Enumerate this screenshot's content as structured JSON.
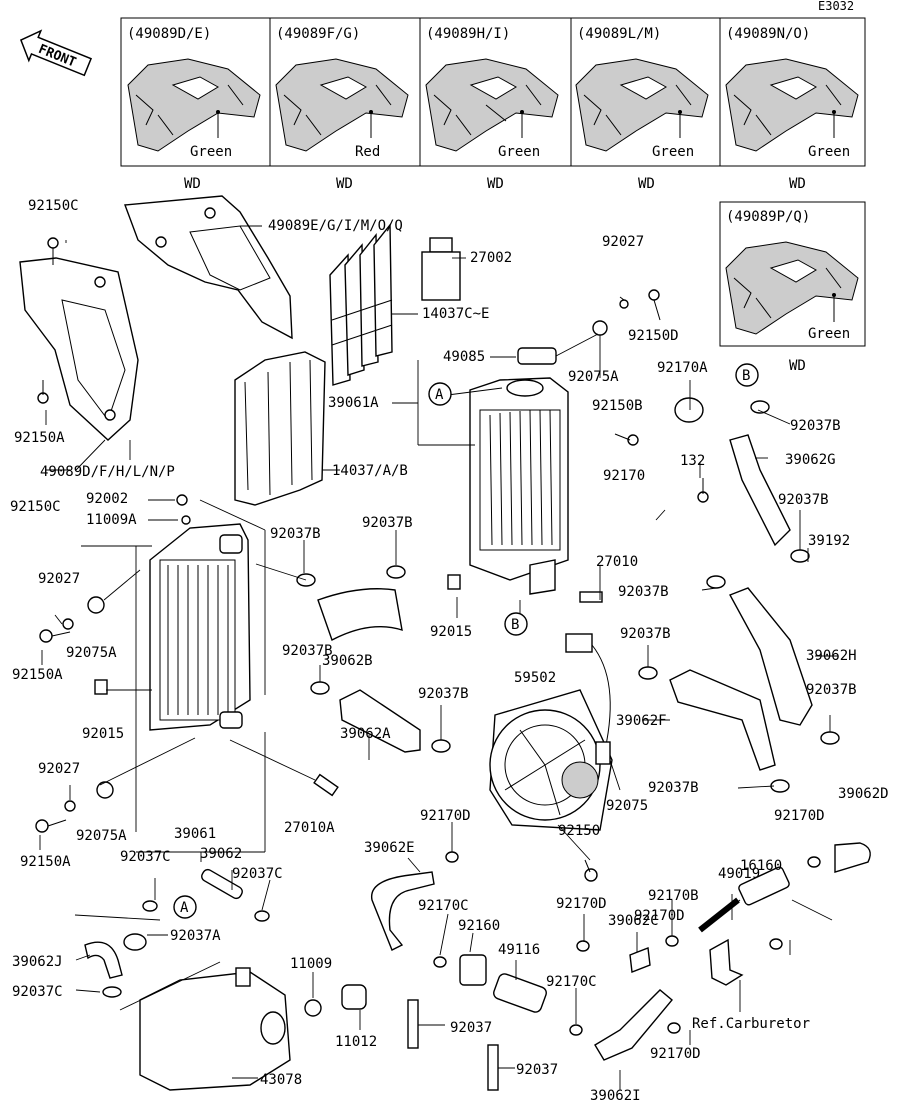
{
  "diagram_code": "E3032",
  "front_label": "FRONT",
  "decal_boxes": [
    {
      "code": "(49089D/E)",
      "color": "Green",
      "note": "WD"
    },
    {
      "code": "(49089F/G)",
      "color": "Red",
      "note": "WD"
    },
    {
      "code": "(49089H/I)",
      "color": "Green",
      "note": "WD"
    },
    {
      "code": "(49089L/M)",
      "color": "Green",
      "note": "WD"
    },
    {
      "code": "(49089N/O)",
      "color": "Green",
      "note": "WD"
    },
    {
      "code": "(49089P/Q)",
      "color": "Green",
      "note": "WD"
    }
  ],
  "labels": {
    "l01": "92150C",
    "l02": "49089E/G/I/M/O/Q",
    "l03": "27002",
    "l04": "92027",
    "l05": "92150D",
    "l06": "14037C~E",
    "l07": "49085",
    "l08": "92075A",
    "l09": "92170A",
    "l10": "92037B",
    "l11": "39061A",
    "l12": "92150B",
    "l13": "39062G",
    "l14": "132",
    "l15": "92170",
    "l16": "92150A",
    "l17": "92150C",
    "l18": "49089D/F/H/L/N/P",
    "l19": "14037/A/B",
    "l20": "92002",
    "l21": "11009A",
    "l22": "92037B",
    "l23": "92037B",
    "l24": "92037B",
    "l25": "39192",
    "l26": "27010",
    "l27": "92027",
    "l28": "92075A",
    "l29": "92037B",
    "l30": "92150A",
    "l31": "92015",
    "l32": "39062B",
    "l33": "92037B",
    "l34": "39062H",
    "l35": "59502",
    "l36": "92037B",
    "l37": "92015",
    "l38": "92037B",
    "l39": "92037B",
    "l40": "39062F",
    "l41": "39062A",
    "l42": "92027",
    "l43": "92075",
    "l44": "92037B",
    "l45": "39062D",
    "l46": "92075A",
    "l47": "39061",
    "l48": "27010A",
    "l49": "92170D",
    "l50": "92150",
    "l51": "92170D",
    "l52": "92150A",
    "l53": "92037C",
    "l54": "39062",
    "l55": "92037C",
    "l56": "39062E",
    "l57": "16160",
    "l58": "49019",
    "l59": "92037A",
    "l60": "92170C",
    "l61": "92160",
    "l62": "92170D",
    "l63": "92170B",
    "l64": "39062C",
    "l65": "39062J",
    "l66": "11009",
    "l67": "49116",
    "l68": "92037C",
    "l69": "92170C",
    "l70": "92170D",
    "l71": "Ref.Carburetor",
    "l72": "92037",
    "l73": "11012",
    "l74": "92170D",
    "l75": "92037",
    "l76": "43078",
    "l77": "39062I"
  },
  "callouts": {
    "a": "A",
    "b": "B"
  }
}
